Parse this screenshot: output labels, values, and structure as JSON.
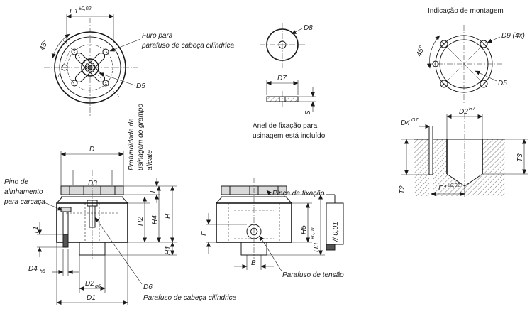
{
  "labels": {
    "e1_top": "E1",
    "e1_top_tol": "±0,02",
    "angle_top": "45°",
    "furo_line1": "Furo para",
    "furo_line2": "parafuso de cabeça cilíndrica",
    "d5_top": "D5",
    "d8": "D8",
    "d7": "D7",
    "s": "S",
    "anel_line1": "Anel de fixação para",
    "anel_line2": "usinagem está incluído",
    "montagem_title": "Indicação de montagem",
    "d9": "D9 (4x)",
    "angle_right": "45°",
    "d5_right": "D5",
    "d2_right": "D2",
    "d2_right_tol": "H7",
    "d4_right": "D4",
    "d4_right_tol": "G7",
    "t3": "T3",
    "t2": "T2",
    "e1_right": "E1",
    "e1_right_tol": "±0,02",
    "profundidade_line1": "Profundidade de",
    "profundidade_line2": "usinagem do grampo",
    "profundidade_line3": "alicate",
    "d_dim": "D",
    "d3_dim": "D3",
    "t_dim": "T",
    "h2_dim": "H2",
    "h4_dim": "H4",
    "h_dim": "H",
    "h1_dim": "H1",
    "pino_line1": "Pino de",
    "pino_line2": "alinhamento",
    "pino_line3": "para carcaça",
    "t1_dim": "T1",
    "d4_left": "D4",
    "d4_left_tol": "h6",
    "d2_left": "D2",
    "d2_left_tol": "g6",
    "d1_dim": "D1",
    "d6": "D6",
    "parafuso_cil": "Parafuso de cabeça cilíndrica",
    "pinca": "Pinça de fixação",
    "e_dim": "E",
    "h5_dim": "H5",
    "h3_dim": "H3",
    "h3_tol": "±0,01",
    "tol_flatness": "// 0,01",
    "b_dim": "B",
    "parafuso_tensao": "Parafuso de tensão"
  }
}
